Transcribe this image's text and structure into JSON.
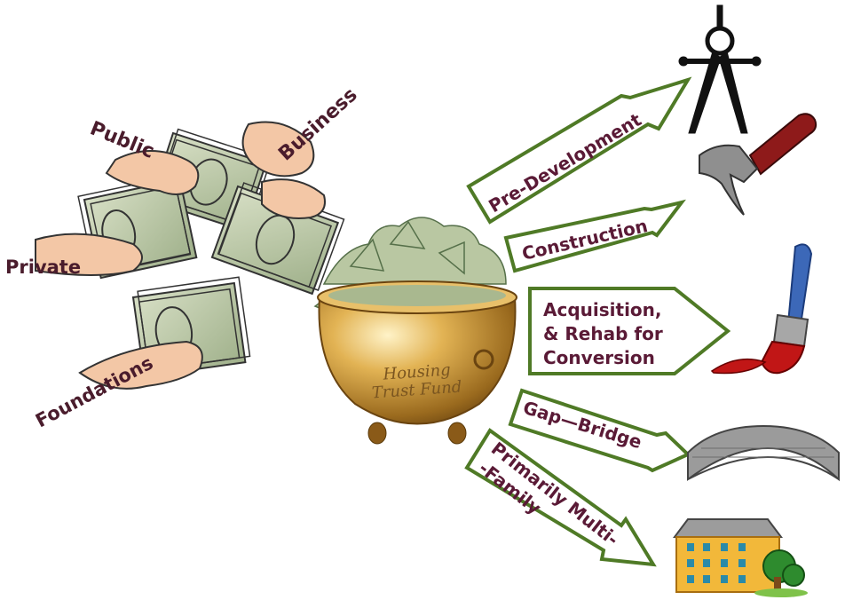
{
  "sources": {
    "public": "Public",
    "business": "Business",
    "private": "Private",
    "foundations": "Foundations"
  },
  "pot": {
    "line1": "Housing",
    "line2": "Trust Fund"
  },
  "uses": {
    "predevelopment": "Pre-Development",
    "construction": "Construction",
    "acquisition_line1": "Acquisition,",
    "acquisition_line2": "& Rehab for",
    "acquisition_line3": "Conversion",
    "gap": "Gap—Bridge",
    "multifamily_line1": "Primarily Multi-",
    "multifamily_line2": "-Family"
  },
  "icons": [
    "compass-icon",
    "hammer-icon",
    "paintbrush-icon",
    "bridge-icon",
    "building-icon"
  ],
  "colors": {
    "arrow_border": "#4f7a26",
    "label_text": "#5a1a36",
    "money": "#b9c7a2",
    "pot_gold": "#d9a648"
  }
}
